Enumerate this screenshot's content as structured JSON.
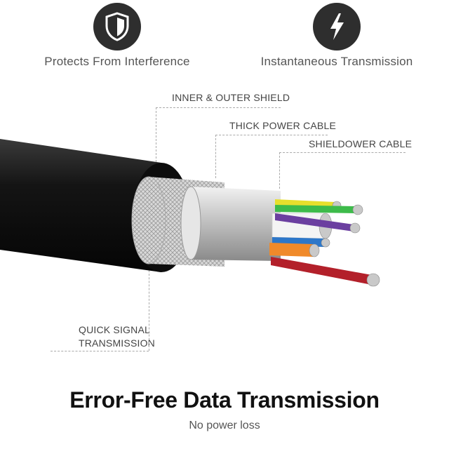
{
  "features": {
    "left": {
      "icon": "shield-icon",
      "caption": "Protects From Interference"
    },
    "right": {
      "icon": "lightning-bolt-icon",
      "caption": "Instantaneous Transmission"
    }
  },
  "callouts": {
    "inner_outer_shield": "INNER & OUTER SHIELD",
    "thick_power_cable": "THICK POWER CABLE",
    "shieldower_cable": "SHIELDOWER CABLE",
    "quick_signal_line1": "QUICK SIGNAL",
    "quick_signal_line2": "TRANSMISSION"
  },
  "headline": "Error-Free Data Transmission",
  "subline": "No power loss",
  "colors": {
    "jacket": "#111111",
    "wire_yellow": "#e7df2c",
    "wire_green": "#3dbb4a",
    "wire_white": "#f4f4f4",
    "wire_orange": "#f08a2a",
    "wire_blue": "#2d77c9",
    "wire_red": "#b3202a",
    "wire_purple": "#6b3fa0",
    "copper": "#c9c9c9"
  }
}
